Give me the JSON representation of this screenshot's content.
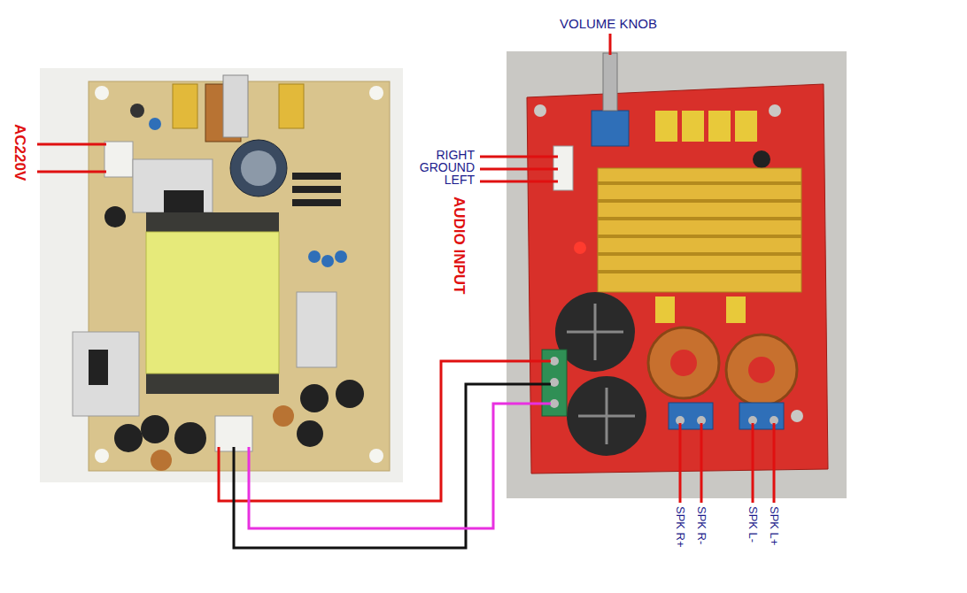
{
  "diagram": {
    "labels": [
      "VOLUME KNOB",
      "AC220V",
      "RIGHT",
      "GROUND",
      "LEFT",
      "AUDIO INPUT",
      "SPK R+",
      "SPK R-",
      "SPK L-",
      "SPK L+"
    ]
  }
}
